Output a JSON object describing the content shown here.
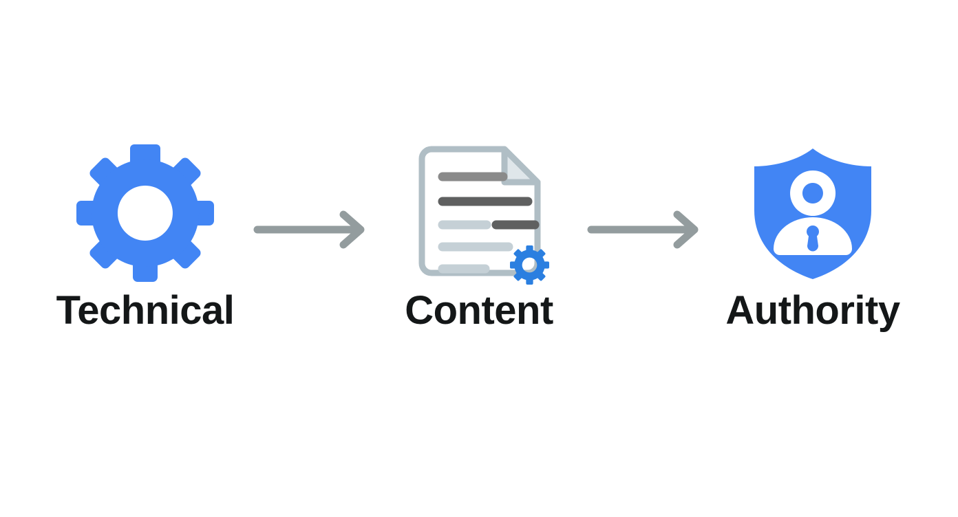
{
  "diagram": {
    "type": "horizontal-flow",
    "background_color": "#ffffff",
    "accent_color": "#4285f4",
    "arrow_color": "#939c9e",
    "label_color": "#141718",
    "document_outline_color": "#b0bec5",
    "document_fill_color": "#ffffff",
    "stages": [
      {
        "id": "technical",
        "label": "Technical",
        "icon": "gear-icon",
        "icon_color": "#4285f4"
      },
      {
        "id": "content",
        "label": "Content",
        "icon": "document-with-gear-icon",
        "icon_color": "#b0bec5",
        "accent_color": "#4285f4"
      },
      {
        "id": "authority",
        "label": "Authority",
        "icon": "shield-person-icon",
        "icon_color": "#4285f4"
      }
    ],
    "connectors": [
      {
        "id": "technical-to-content",
        "icon": "arrow-right-icon",
        "color": "#939c9e"
      },
      {
        "id": "content-to-authority",
        "icon": "arrow-right-icon",
        "color": "#939c9e"
      }
    ],
    "document_lines": [
      {
        "id": "line-1",
        "color": "#8a8a8a",
        "width": 88
      },
      {
        "id": "line-2",
        "color": "#5f6060",
        "width": 124
      },
      {
        "id": "line-3a",
        "color": "#c5d0d6",
        "width": 64
      },
      {
        "id": "line-3b",
        "color": "#5f6060",
        "width": 56
      },
      {
        "id": "line-4",
        "color": "#c5d0d6",
        "width": 96
      },
      {
        "id": "line-5",
        "color": "#c5d0d6",
        "width": 62
      }
    ]
  }
}
